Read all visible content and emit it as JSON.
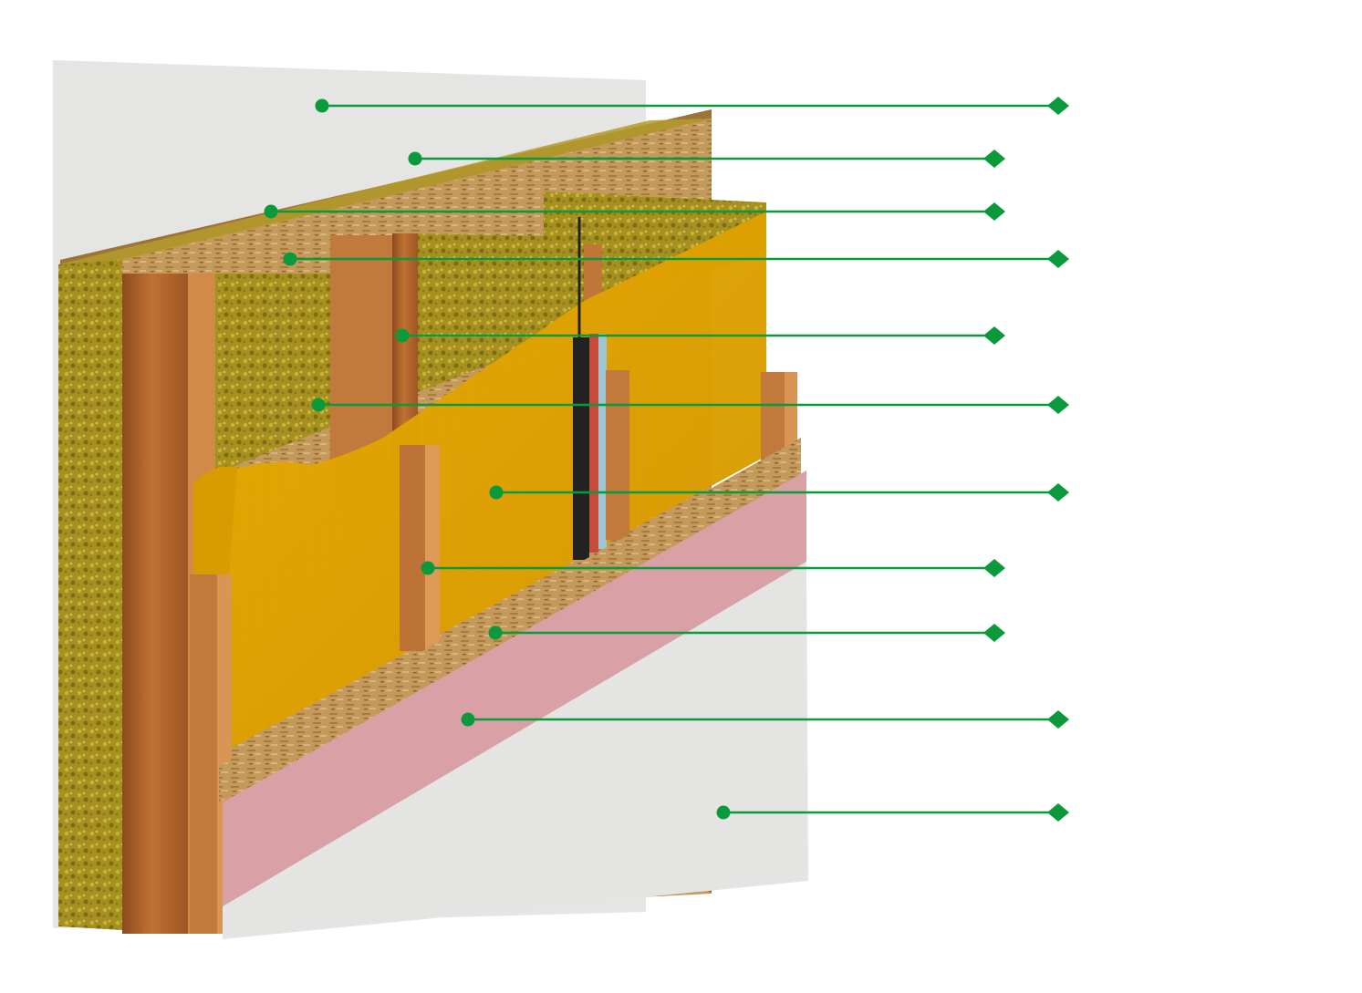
{
  "diagram": {
    "subject": "wall-assembly-cross-section",
    "accent_color": "#0a9a3c",
    "layers": [
      {
        "id": "exterior-plaster",
        "label": ""
      },
      {
        "id": "exterior-osb-sheathing",
        "label": ""
      },
      {
        "id": "exterior-mineral-wool-board",
        "label": ""
      },
      {
        "id": "wood-fibre-insulation-slab",
        "label": ""
      },
      {
        "id": "timber-stud",
        "label": ""
      },
      {
        "id": "mineral-wool-infill",
        "label": ""
      },
      {
        "id": "vapour-control-membrane",
        "label": ""
      },
      {
        "id": "service-batten",
        "label": ""
      },
      {
        "id": "interior-osb-board",
        "label": ""
      },
      {
        "id": "interior-board-pink",
        "label": ""
      },
      {
        "id": "interior-finish-plaster",
        "label": ""
      }
    ],
    "colors": {
      "plaster": "#e7e7e5",
      "osb": "#b88a4a",
      "mineral_wool": "#a8921f",
      "timber": "#b5652c",
      "membrane": "#e6a800",
      "pink_board": "#d9a0a6"
    }
  }
}
